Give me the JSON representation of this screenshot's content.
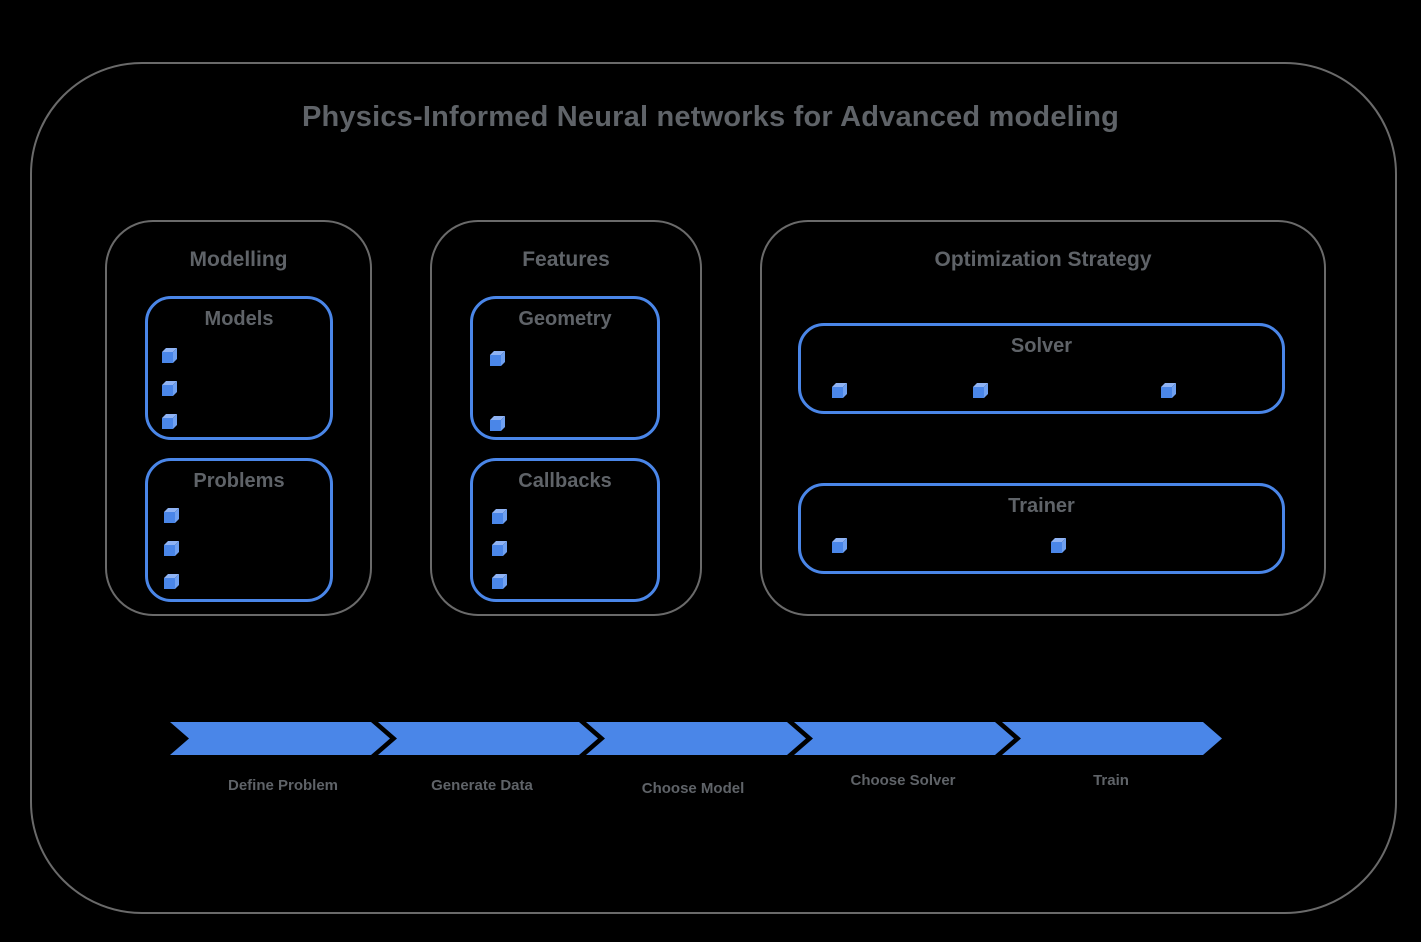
{
  "title": "Physics-Informed Neural networks for Advanced modeling",
  "colors": {
    "background": "#000000",
    "outline_gray": "#6a6a6a",
    "text_gray": "#5f6368",
    "accent_blue": "#4a86e8",
    "cube_top_blue": "#8fb3f4",
    "cube_side_blue": "#6fa0f0"
  },
  "sections": [
    {
      "label": "Modelling",
      "groups": [
        {
          "label": "Models",
          "bullets": 3
        },
        {
          "label": "Problems",
          "bullets": 3
        }
      ]
    },
    {
      "label": "Features",
      "groups": [
        {
          "label": "Geometry",
          "bullets": 2
        },
        {
          "label": "Callbacks",
          "bullets": 3
        }
      ]
    },
    {
      "label": "Optimization Strategy",
      "groups": [
        {
          "label": "Solver",
          "bullets": 3
        },
        {
          "label": "Trainer",
          "bullets": 2
        }
      ]
    }
  ],
  "pipeline": {
    "steps": [
      "Define Problem",
      "Generate Data",
      "Choose Model",
      "Choose Solver",
      "Train"
    ]
  }
}
